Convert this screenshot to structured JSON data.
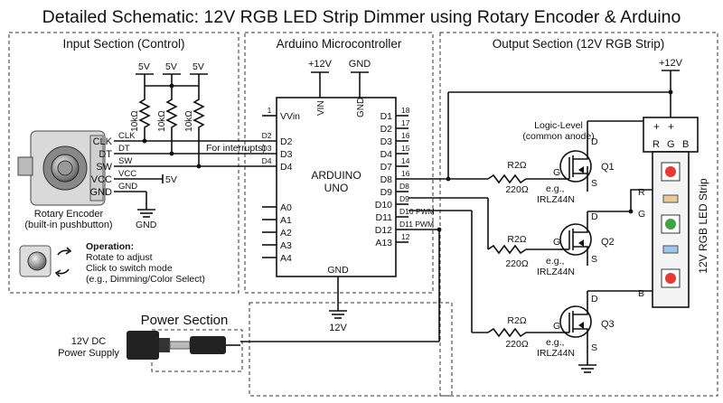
{
  "title": "Detailed Schematic: 12V RGB LED Strip Dimmer using Rotary Encoder & Arduino",
  "sections": {
    "input": "Input Section (Control)",
    "arduino": "Arduino Microcontroller",
    "output": "Output Section (12V RGB Strip)",
    "power": "Power Section"
  },
  "encoder": {
    "pins": [
      "CLK",
      "DT",
      "SW",
      "VCC",
      "GND"
    ],
    "caption_line1": "Rotary Encoder",
    "caption_line2": "(built-in pushbutton)",
    "resistor": "10kΩ",
    "supply": "5V",
    "vcc_supply": "5V",
    "gnd": "GND",
    "interrupt_note": "For interrupts)"
  },
  "operation": {
    "heading": "Operation:",
    "line1": "Rotate to adjust",
    "line2": "Click to switch mode",
    "line3": "(e.g., Dimming/Color Select)"
  },
  "arduino": {
    "name1": "ARDUINO",
    "name2": "UNO",
    "top_12v": "+12V",
    "top_gnd": "GND",
    "vin": "VIN",
    "gnd_top": "GND",
    "gnd_bottom": "GND",
    "bottom_12v": "12V",
    "left_pins": [
      "VVin",
      "D2",
      "D3",
      "D4",
      "A0",
      "A1",
      "A2",
      "A3",
      "A4"
    ],
    "left_pin_numbers": [
      "1",
      "D2",
      "D3",
      "D4"
    ],
    "right_pins": [
      "D1",
      "D2",
      "D3",
      "D4",
      "D7",
      "D8",
      "D9",
      "D10",
      "D11",
      "D12",
      "A13"
    ],
    "right_pin_numbers": [
      "18",
      "17",
      "16",
      "15",
      "14",
      "16",
      "D8",
      "D9",
      "D10 PWM",
      "D11 PWM",
      "12"
    ]
  },
  "mosfet": {
    "logic_line1": "Logic-Level",
    "logic_line2": "(common anode)",
    "resistor": "R2Ω",
    "resistor_value": "220Ω",
    "eg": "e.g.,",
    "part": "IRLZ44N",
    "g": "G",
    "d": "D",
    "s": "S",
    "labels": [
      "Q1",
      "Q2",
      "Q3"
    ]
  },
  "strip": {
    "supply": "+12V",
    "label": "12V RGB LED Strip",
    "plus": "+",
    "pins": [
      "R",
      "G",
      "B"
    ],
    "wire_labels": [
      "R",
      "G",
      "B"
    ]
  },
  "power": {
    "line1": "12V DC",
    "line2": "Power Supply"
  }
}
